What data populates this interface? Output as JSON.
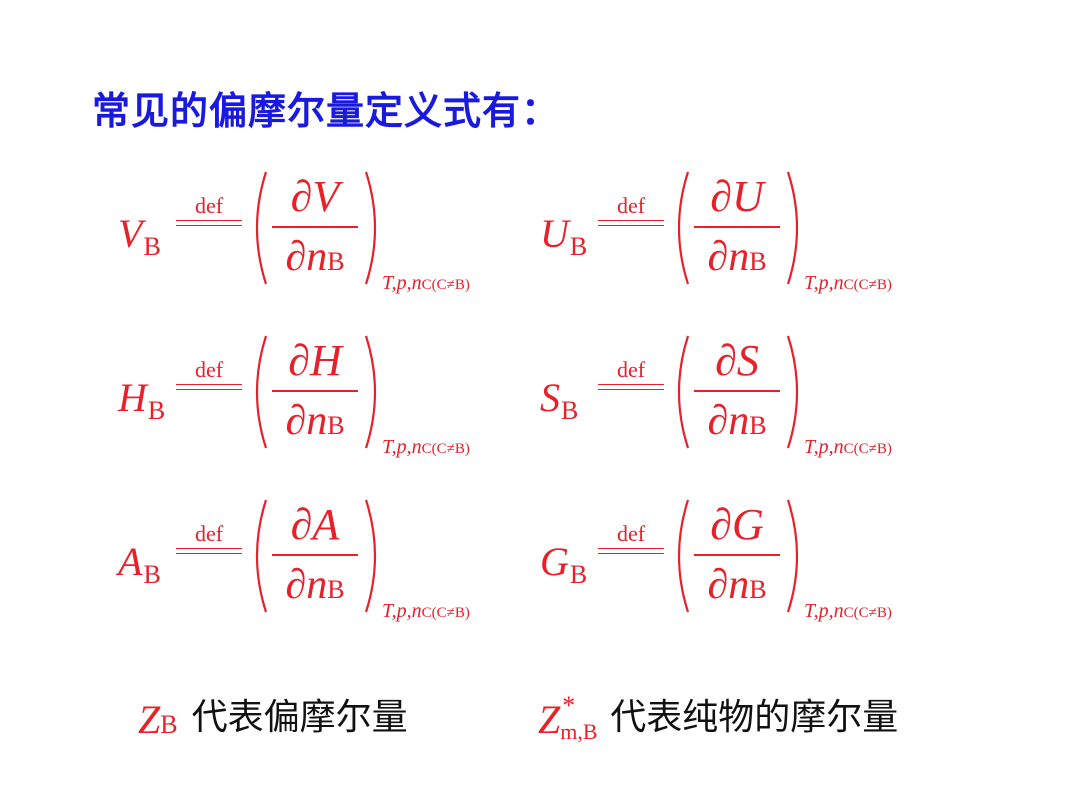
{
  "title": "常见的偏摩尔量定义式有：",
  "def_label": "def",
  "partial_symbol": "∂",
  "denominator_var": "n",
  "denominator_sub": "B",
  "condition": {
    "T": "T",
    "sep1": ",",
    "p": "p",
    "sep2": ",",
    "n": "n",
    "sub": "C(C≠B)"
  },
  "equations": [
    {
      "symbol": "V",
      "sub": "B"
    },
    {
      "symbol": "U",
      "sub": "B"
    },
    {
      "symbol": "H",
      "sub": "B"
    },
    {
      "symbol": "S",
      "sub": "B"
    },
    {
      "symbol": "A",
      "sub": "B"
    },
    {
      "symbol": "G",
      "sub": "B"
    }
  ],
  "notes": [
    {
      "symbol": "Z",
      "sub": "B",
      "text": "代表偏摩尔量"
    },
    {
      "symbol": "Z",
      "sup": "*",
      "sub": "m,B",
      "text": "代表纯物的摩尔量"
    }
  ],
  "colors": {
    "title": "#1a1adf",
    "formula": "#e8202a",
    "text": "#111111"
  }
}
